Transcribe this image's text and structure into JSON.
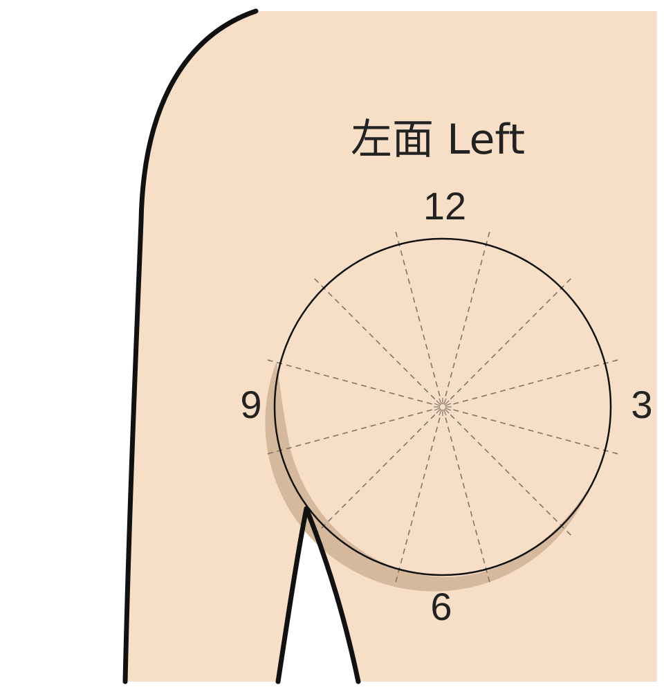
{
  "diagram": {
    "title": "左面 Left",
    "clock_labels": {
      "top": "12",
      "right": "3",
      "bottom": "6",
      "left": "9"
    },
    "spoke_count": 12
  },
  "colors": {
    "skin": "#f6dfc6",
    "shadow": "#d6b99c",
    "outline": "#111111",
    "circle_stroke": "#111111",
    "dash": "#7d746c",
    "text": "#222222"
  }
}
